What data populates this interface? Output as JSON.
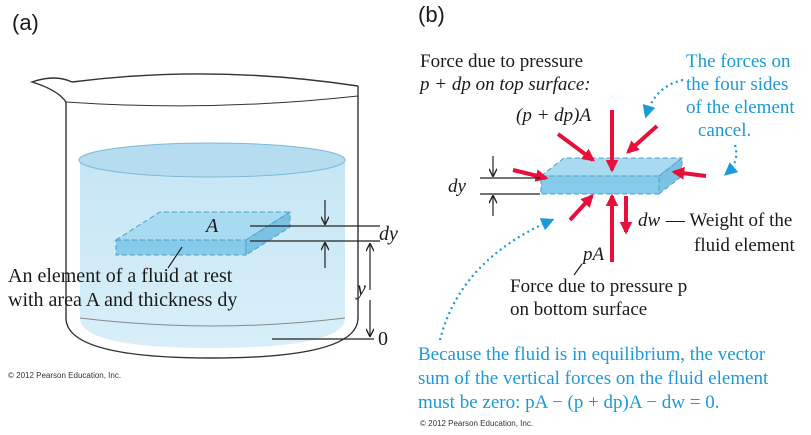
{
  "panel_a": {
    "label": "(a)",
    "area_label": "A",
    "caption_line1": "An element of a fluid at rest",
    "caption_line2": "with area A and thickness dy",
    "dim_dy": "dy",
    "dim_y": "y",
    "zero_label": "0",
    "copyright": "© 2012 Pearson Education, Inc."
  },
  "panel_b": {
    "label": "(b)",
    "top_force_line1": "Force due to pressure",
    "top_force_line2": "p + dp on top surface:",
    "top_force_expr": "(p + dp)A",
    "sides_note_line1": "The forces on",
    "sides_note_line2": "the four sides",
    "sides_note_line3": "of the element",
    "sides_note_line4": "cancel.",
    "dim_dy": "dy",
    "weight_symbol": "dw",
    "weight_label_line1": "— Weight of the",
    "weight_label_line2": "fluid element",
    "bottom_force_expr": "pA",
    "bottom_force_line1": "Force due to pressure p",
    "bottom_force_line2": "on bottom surface",
    "equilibrium_line1": "Because the fluid is in equilibrium, the vector",
    "equilibrium_line2": "sum of the vertical forces on the fluid element",
    "equilibrium_line3": "must be zero: pA − (p + dp)A − dw = 0.",
    "copyright": "© 2012 Pearson Education, Inc."
  },
  "colors": {
    "fluid": "#cfe9f6",
    "fluid_surface": "#bfe2f3",
    "element": "#8fd0ef",
    "force_arrow": "#e8103a",
    "annotation": "#1a9ad6",
    "beaker_outline": "#333333"
  }
}
